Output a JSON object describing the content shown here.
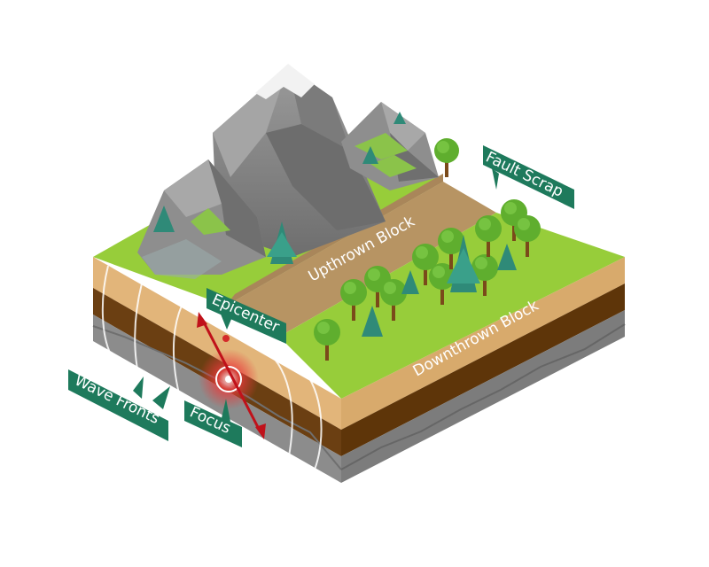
{
  "labels": {
    "fault_scrap": "Fault Scrap",
    "upthrown_block": "Upthrown Block",
    "downthrown_block": "Downthrown Block",
    "epicenter": "Epicenter",
    "focus": "Focus",
    "wave_fronts": "Wave Fronts"
  },
  "colors": {
    "label_bg": "#1e7a5c",
    "grass": "#97cd3a",
    "sand": "#e2b57a",
    "soil": "#6b3f12",
    "rock": "#8a8a8a",
    "fault_line": "#c0111a"
  }
}
